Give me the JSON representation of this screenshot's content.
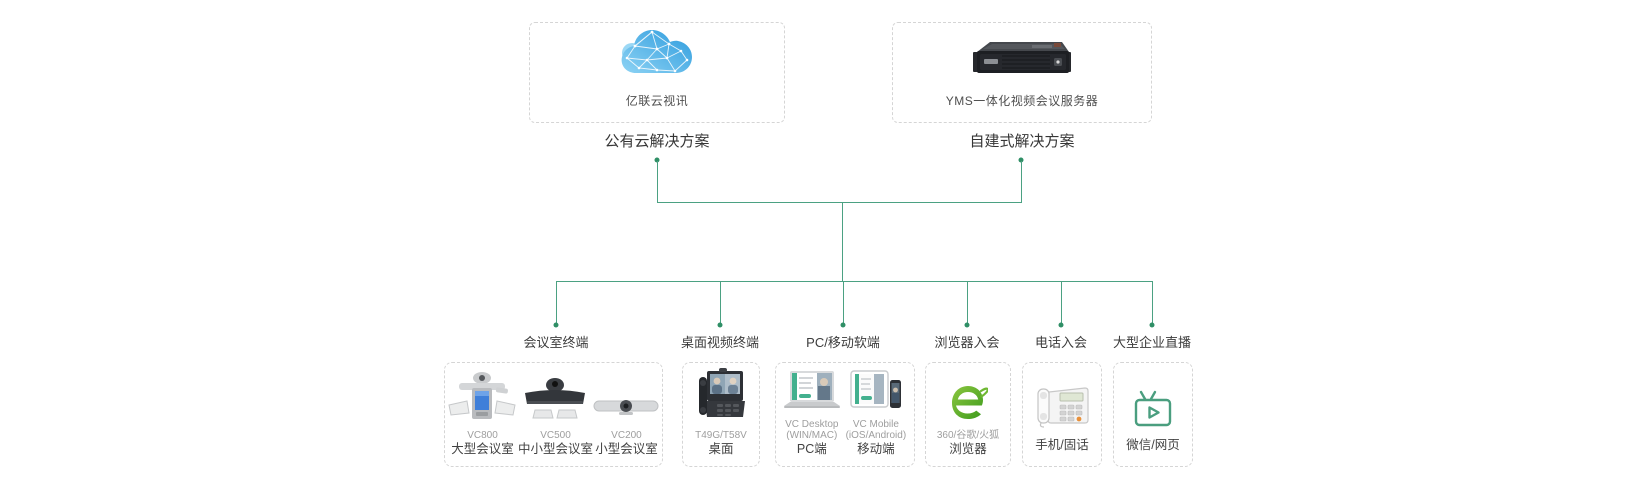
{
  "colors": {
    "connector_line": "#4ba182",
    "connector_dot": "#2f8f66",
    "box_border": "#d5d5d5",
    "cloud_blue_light": "#8ed3f4",
    "cloud_blue_dark": "#2d9bdd",
    "accent_green": "#4a9e7f",
    "browser_green": "#4aa520"
  },
  "solutions": [
    {
      "icon": "cloud-icon",
      "label": "亿联云视讯",
      "caption": "公有云解决方案"
    },
    {
      "icon": "server-icon",
      "label": "YMS一体化视频会议服务器",
      "caption": "自建式解决方案"
    }
  ],
  "endpoint_groups": [
    {
      "category": "会议室终端",
      "devices": [
        {
          "icon": "vc800-codec-icon",
          "model": "VC800",
          "type": "大型会议室"
        },
        {
          "icon": "vc500-codec-icon",
          "model": "VC500",
          "type": "中小型会议室"
        },
        {
          "icon": "vc200-codec-icon",
          "model": "VC200",
          "type": "小型会议室"
        }
      ]
    },
    {
      "category": "桌面视频终端",
      "devices": [
        {
          "icon": "video-phone-icon",
          "model": "T49G/T58V",
          "type": "桌面"
        }
      ]
    },
    {
      "category": "PC/移动软端",
      "devices": [
        {
          "icon": "laptop-icon",
          "model": "VC Desktop",
          "model2": "(WIN/MAC)",
          "type": "PC端"
        },
        {
          "icon": "tablet-phone-icon",
          "model": "VC Mobile",
          "model2": "(iOS/Android)",
          "type": "移动端"
        }
      ]
    },
    {
      "category": "浏览器入会",
      "devices": [
        {
          "icon": "browser-icon",
          "model": "360/谷歌/火狐",
          "type": "浏览器"
        }
      ]
    },
    {
      "category": "电话入会",
      "devices": [
        {
          "icon": "desk-phone-icon",
          "type": "手机/固话"
        }
      ]
    },
    {
      "category": "大型企业直播",
      "devices": [
        {
          "icon": "live-tv-icon",
          "type": "微信/网页"
        }
      ]
    }
  ]
}
